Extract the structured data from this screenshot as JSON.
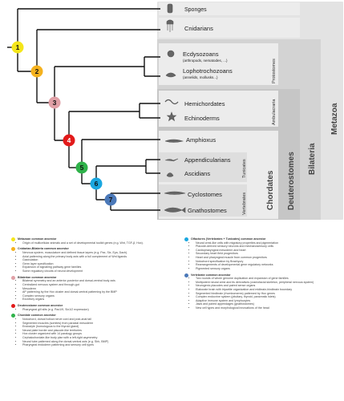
{
  "taxa": {
    "sponges": "Sponges",
    "cnidarians": "Cnidarians",
    "ecdysozoans": "Ecdysozoans",
    "ecdysozoans_sub": "(arthropods, nematodes, ...)",
    "lophotrochozoans": "Lophotrochozoans",
    "lophotrochozoans_sub": "(annelids, mollusks...)",
    "hemichordates": "Hemichordates",
    "echinoderms": "Echinoderms",
    "amphioxus": "Amphioxus",
    "appendicularians": "Appendicularians",
    "ascidians": "Ascidians",
    "cyclostomes": "Cyclostomes",
    "gnathostomes": "Gnathostomes"
  },
  "groups": {
    "protostomes": "Protostomes",
    "ambulacraria": "Ambulacraria",
    "tunicates": "Tunicates",
    "vertebrates": "Vertebrates",
    "chordates": "Chordates",
    "deuterostomes": "Deuterostomes",
    "bilateria": "Bilateria",
    "metazoa": "Metazoa"
  },
  "nodes": [
    {
      "label": "1",
      "color": "#f5e61a"
    },
    {
      "label": "2",
      "color": "#f5b21e"
    },
    {
      "label": "3",
      "color": "#e0a0a6"
    },
    {
      "label": "4",
      "color": "#e21a1a"
    },
    {
      "label": "5",
      "color": "#2fb24a"
    },
    {
      "label": "6",
      "color": "#1aa7e0"
    },
    {
      "label": "7",
      "color": "#4a78b8"
    }
  ],
  "legend": {
    "left": [
      {
        "color": "#f5e61a",
        "title": "Metazoan common ancestor",
        "items": [
          "Origin of multicellular animals and a set of developmental toolkit genes (e.g. Wnt, TGF-β, Hox)."
        ]
      },
      {
        "color": "#f5b21e",
        "title": "Cnidarian-Bilateria common ancestor",
        "items": [
          "Nervous system, musculature and defined tissue layers (e.g. Pax, Six, Eya, Dach).",
          "Axial patterning along the primary body axis with a full complement of Wnt ligands",
          "Gastrulation",
          "Germ layer specification",
          "Expansion of signalling pathway gene families",
          "Some regulatory circuits of neural development"
        ]
      },
      {
        "color": "#e0a0a6",
        "title": "Bilaterian common ancestor",
        "items": [
          "Bilateral symmetry and an anterior-posterior and dorsal-ventral body axis",
          "Centralized nervous system and through-gut",
          "Mesoderm",
          "AP patterning by the Hox cluster and dorsal-ventral patterning by the BMP",
          "Complex sensory organs",
          "Excretory organs"
        ]
      },
      {
        "color": "#e21a1a",
        "title": "Deuterostome common ancestor",
        "items": [
          "Pharyngeal gill slits (e.g. Pax1/9, Six1/2 expression)"
        ]
      },
      {
        "color": "#2fb24a",
        "title": "Chordate common ancestor",
        "items": [
          "Notochord, dorsal hollow nerve cord and post-anal tail",
          "Segmented muscles (somites) from paraxial mesoderm",
          "Endostyle (homologous to the thyroid gland)",
          "Neural plate border and placode-like territories",
          "Hox cluster organized with 14 paralogy groups",
          "Cephalochordate-like body plan with a left-right asymmetry",
          "Neural tube patterned along the dorsal-ventral axis (e.g. Shh, BMP)",
          "Pharyngeal endoderm patterning and sensory cell types"
        ]
      }
    ],
    "right": [
      {
        "color": "#1aa7e0",
        "title": "Olfactores (Vertebrates + Tunicates) common ancestor",
        "items": [
          "Neural crest-like cells with migratory properties and pigmentation",
          "Placode-derived sensory neurons and mechanosensory cells",
          "Cardiopharyngeal mesoderm and heart",
          "Secondary heart field progenitors",
          "Heart and pharyngeal muscle from common progenitors",
          "Notochord specification by Brachyury",
          "Rearrangements of developmental gene regulatory networks",
          "Pigmented sensory organs"
        ]
      },
      {
        "color": "#4a78b8",
        "title": "Vertebrate common ancestor",
        "items": [
          "Two rounds of whole genome duplication and expansion of gene families",
          "Multipotent neural crest and its derivatives (craniofacial skeleton, peripheral nervous system)",
          "Neurogenic placodes and paired sense organs",
          "Elaborate brain with tripartite organization and midbrain-hindbrain boundary",
          "Segmented hindbrain (rhombomeres) patterned by Hox genes",
          "Complex endocrine system (pituitary, thyroid, pancreatic islets)",
          "Adaptive immune system and lymphocytes",
          "Jaws and paired appendages (gnathostomes)",
          "New cell types and morphological innovations of the head"
        ]
      }
    ]
  }
}
